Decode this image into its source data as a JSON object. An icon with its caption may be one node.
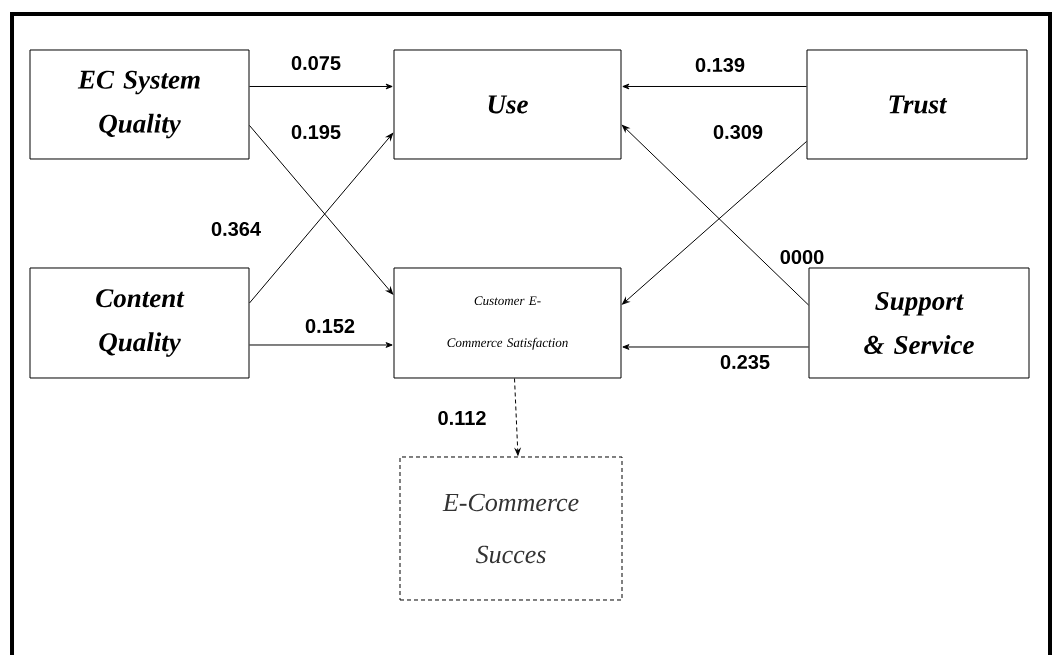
{
  "diagram": {
    "nodes": [
      {
        "text": [
          "EC System Quality"
        ]
      },
      {
        "text": [
          "Use"
        ]
      },
      {
        "text": [
          "Trust"
        ]
      },
      {
        "text": [
          "Content Quality"
        ]
      },
      {
        "text": [
          "Customer E-Commerce Satisfaction"
        ]
      },
      {
        "text": [
          "Support & Service"
        ]
      },
      {
        "text": [
          "E-Commerce Succes"
        ]
      }
    ],
    "edges": [
      {
        "from": 0,
        "to": 1,
        "arrow": "to",
        "label": "0.075"
      },
      {
        "from": 0,
        "to": 4,
        "arrow": "to",
        "label": "0.195"
      },
      {
        "from": 3,
        "to": 1,
        "arrow": "to",
        "label": "0.364"
      },
      {
        "from": 3,
        "to": 4,
        "arrow": "to",
        "label": "0.152"
      },
      {
        "from": 2,
        "to": 1,
        "arrow": "to",
        "label": "0.139"
      },
      {
        "from": 2,
        "to": 4,
        "arrow": "to",
        "label": "0.309"
      },
      {
        "from": 5,
        "to": 1,
        "arrow": "to",
        "label": "0000"
      },
      {
        "from": 5,
        "to": 4,
        "arrow": "to",
        "label": "0.235"
      },
      {
        "from": 4,
        "to": 6,
        "arrow": "to",
        "label": "0.112",
        "style": "dashed"
      }
    ]
  }
}
